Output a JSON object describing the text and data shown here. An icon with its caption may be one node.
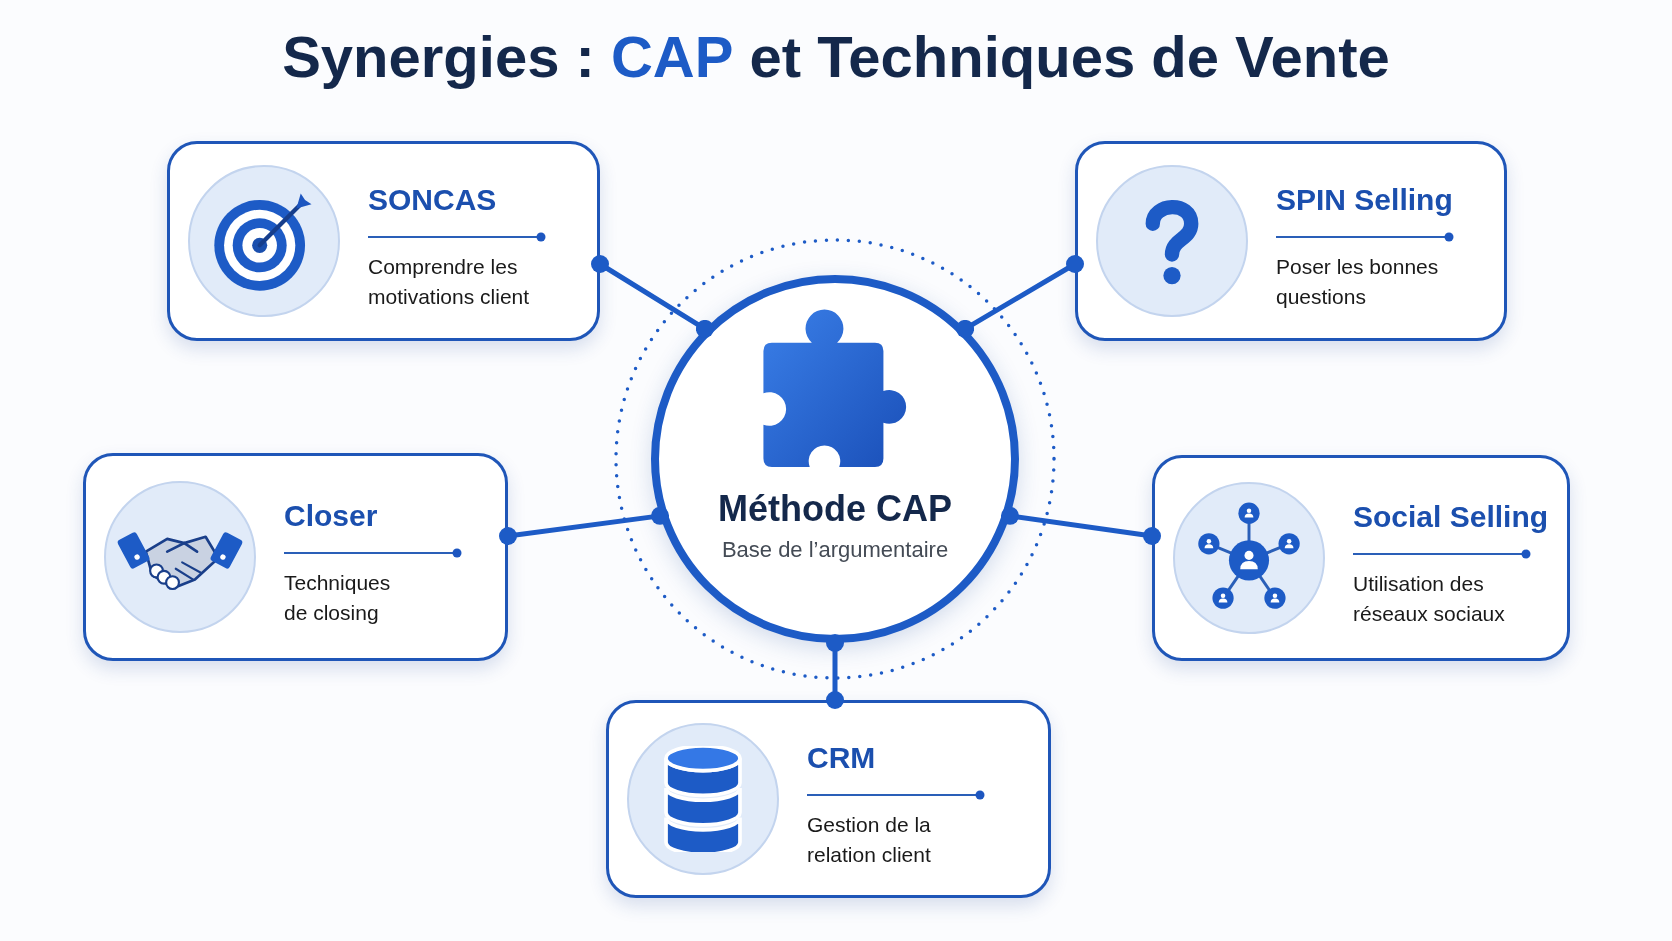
{
  "diagram": {
    "title": "Synergies : **CAP** et Techniques de Vente",
    "nodes": [
      {
        "text": [
          "SONCAS",
          "Comprendre les motivations client"
        ]
      },
      {
        "text": [
          "SPIN Selling",
          "Poser les bonnes questions"
        ]
      },
      {
        "text": [
          "Méthode CAP",
          "Base de l’argumentaire"
        ]
      },
      {
        "text": [
          "Closer",
          "Techniques de closing"
        ]
      },
      {
        "text": [
          "Social Selling",
          "Utilisation des réseaux sociaux"
        ]
      },
      {
        "text": [
          "CRM",
          "Gestion de la relation client"
        ]
      }
    ],
    "edges": [
      {
        "from": 2,
        "to": 0,
        "arrow": "other"
      },
      {
        "from": 2,
        "to": 1,
        "arrow": "other"
      },
      {
        "from": 2,
        "to": 3,
        "arrow": "other"
      },
      {
        "from": 2,
        "to": 4,
        "arrow": "other"
      },
      {
        "from": 2,
        "to": 5,
        "arrow": "other"
      }
    ]
  }
}
